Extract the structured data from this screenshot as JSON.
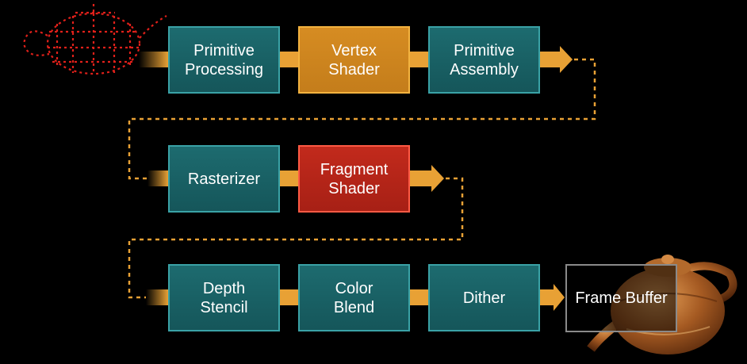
{
  "pipeline": {
    "row1": {
      "primitive_processing": "Primitive\nProcessing",
      "vertex_shader": "Vertex\nShader",
      "primitive_assembly": "Primitive\nAssembly"
    },
    "row2": {
      "rasterizer": "Rasterizer",
      "fragment_shader": "Fragment\nShader"
    },
    "row3": {
      "depth_stencil": "Depth\nStencil",
      "color_blend": "Color\nBlend",
      "dither": "Dither",
      "frame_buffer": "Frame Buffer"
    }
  },
  "colors": {
    "stage_teal": "#1d6b6f",
    "stage_border": "#3aa2a6",
    "vertex_orange": "#d68c22",
    "fragment_red": "#c22a1c",
    "connector": "#e8a135"
  },
  "icons": {
    "input": "wireframe-teapot-icon",
    "output": "rendered-teapot-icon"
  }
}
